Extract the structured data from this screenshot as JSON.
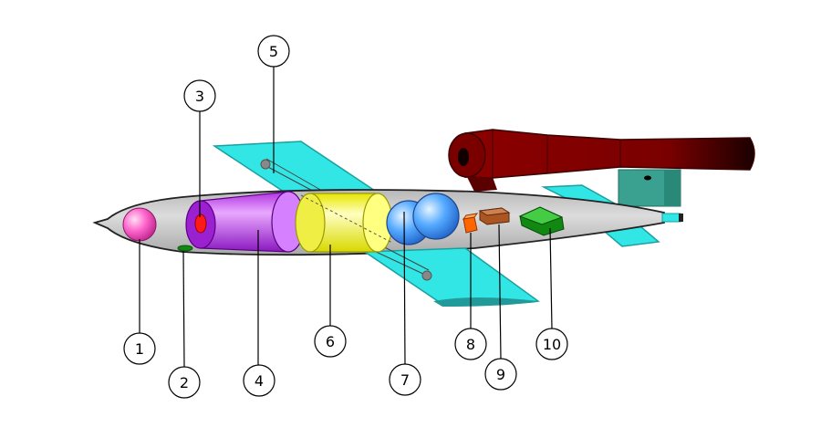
{
  "callouts": [
    {
      "label": "1"
    },
    {
      "label": "2"
    },
    {
      "label": "3"
    },
    {
      "label": "4"
    },
    {
      "label": "5"
    },
    {
      "label": "6"
    },
    {
      "label": "7"
    },
    {
      "label": "8"
    },
    {
      "label": "9"
    },
    {
      "label": "10"
    }
  ],
  "colors": {
    "fuselage": "#c8c8c8",
    "wing": "#33e6e6",
    "engine": "#8b0000",
    "engine_dark": "#1a0000",
    "nose_sphere": "#ff66cc",
    "warhead": "#cc44ff",
    "fuel_tank": "#ffff55",
    "air_sphere": "#55aaff",
    "battery": "#ff6600",
    "autopilot": "#aa5522",
    "servo": "#118811",
    "pylon": "#3aa08f"
  }
}
